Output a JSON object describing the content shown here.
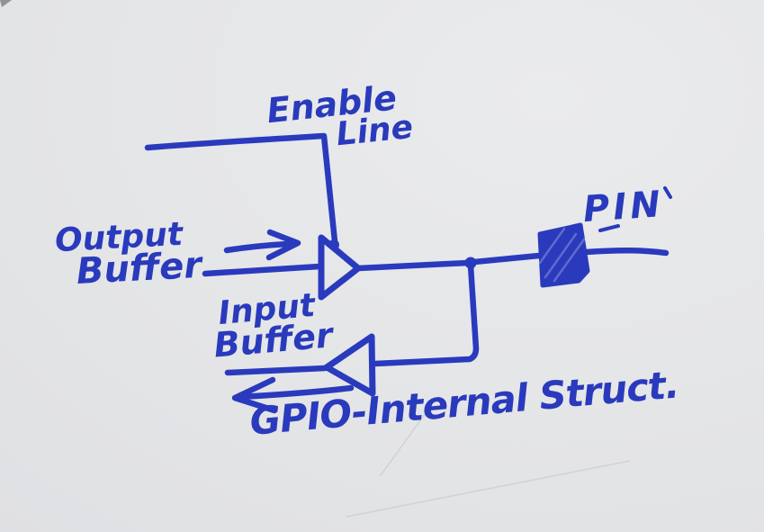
{
  "colors": {
    "ink": "#2a3abd",
    "board": "#e4e5e7"
  },
  "labels": {
    "enable": {
      "line1": "Enable",
      "line2": "Line"
    },
    "output_buffer": {
      "line1": "Output",
      "line2": "Buffer"
    },
    "input_buffer": {
      "line1": "Input",
      "line2": "Buffer"
    },
    "pin": "PIN",
    "caption": "GPIO-Internal Struct."
  }
}
